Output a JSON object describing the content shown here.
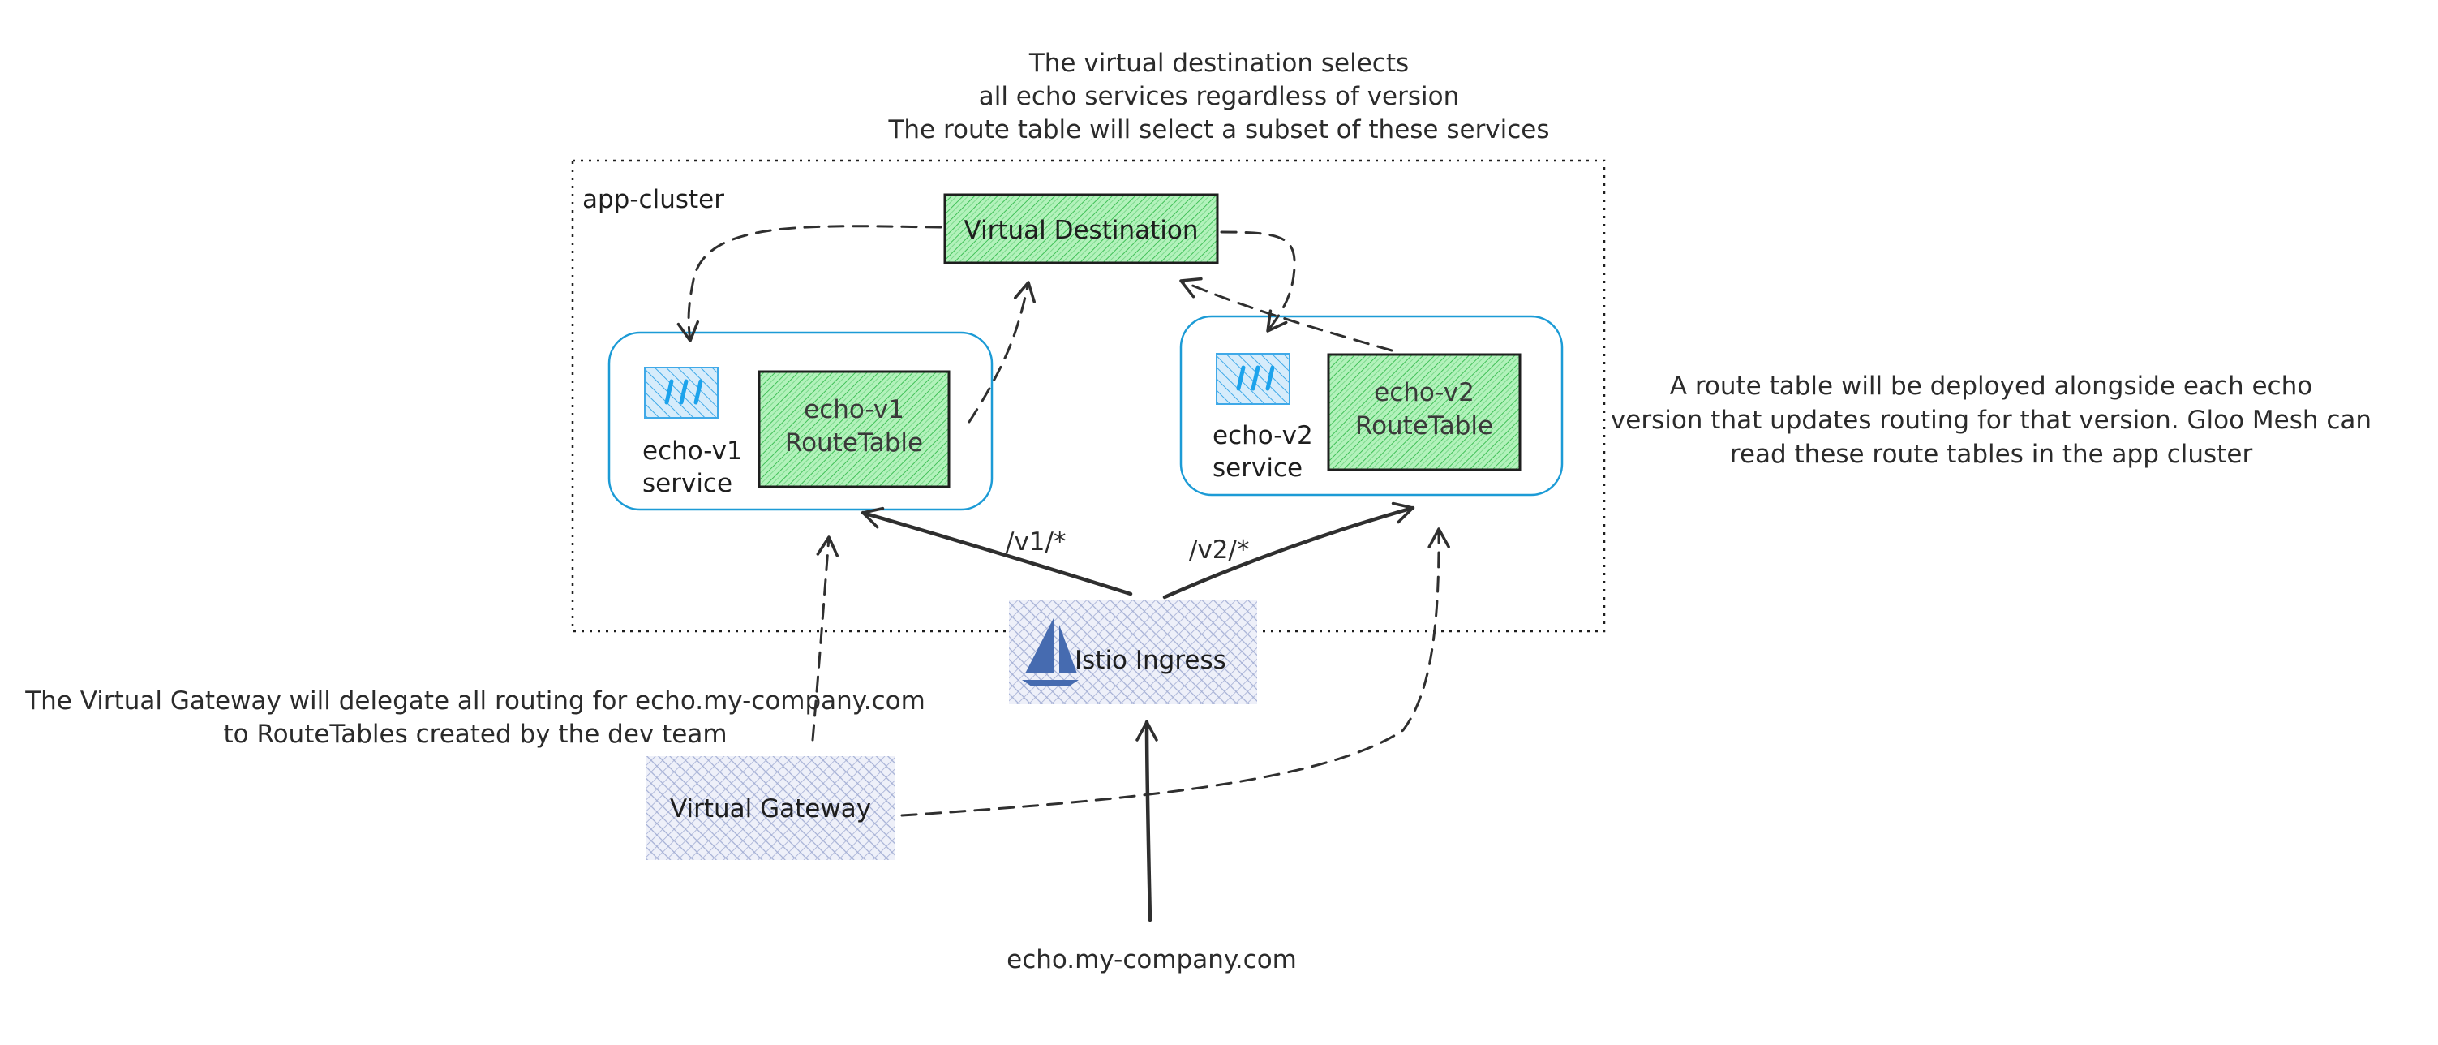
{
  "annotations": {
    "virtual_destination_note": [
      "The virtual destination selects",
      "all echo services regardless of version",
      "The route table will select a subset of these services"
    ],
    "route_table_note": [
      "A route table will be deployed alongside each echo",
      "version that updates routing for that version. Gloo Mesh can",
      "read these route tables in the app cluster"
    ],
    "virtual_gateway_note": [
      "The Virtual Gateway will delegate all routing for echo.my-company.com",
      "to RouteTables created by the dev team"
    ]
  },
  "cluster": {
    "label": "app-cluster"
  },
  "nodes": {
    "virtual_destination": "Virtual Destination",
    "echo_v1_routetable": [
      "echo-v1",
      "RouteTable"
    ],
    "echo_v2_routetable": [
      "echo-v2",
      "RouteTable"
    ],
    "echo_v1_service": [
      "echo-v1",
      "service"
    ],
    "echo_v2_service": [
      "echo-v2",
      "service"
    ],
    "istio_ingress": "Istio Ingress",
    "virtual_gateway": "Virtual Gateway",
    "entry_host": "echo.my-company.com"
  },
  "routes": {
    "v1": "/v1/*",
    "v2": "/v2/*"
  },
  "colors": {
    "green_fill": "#b2f2bb",
    "green_hatch": "#40c057",
    "blue_border": "#1c9bd6",
    "service_icon": "#1ca3ec",
    "lavender_fill": "#dbe0f2",
    "lavender_hatch": "#a3aed4",
    "istio_sail": "#466bb0",
    "ink": "#1e1e1e"
  }
}
